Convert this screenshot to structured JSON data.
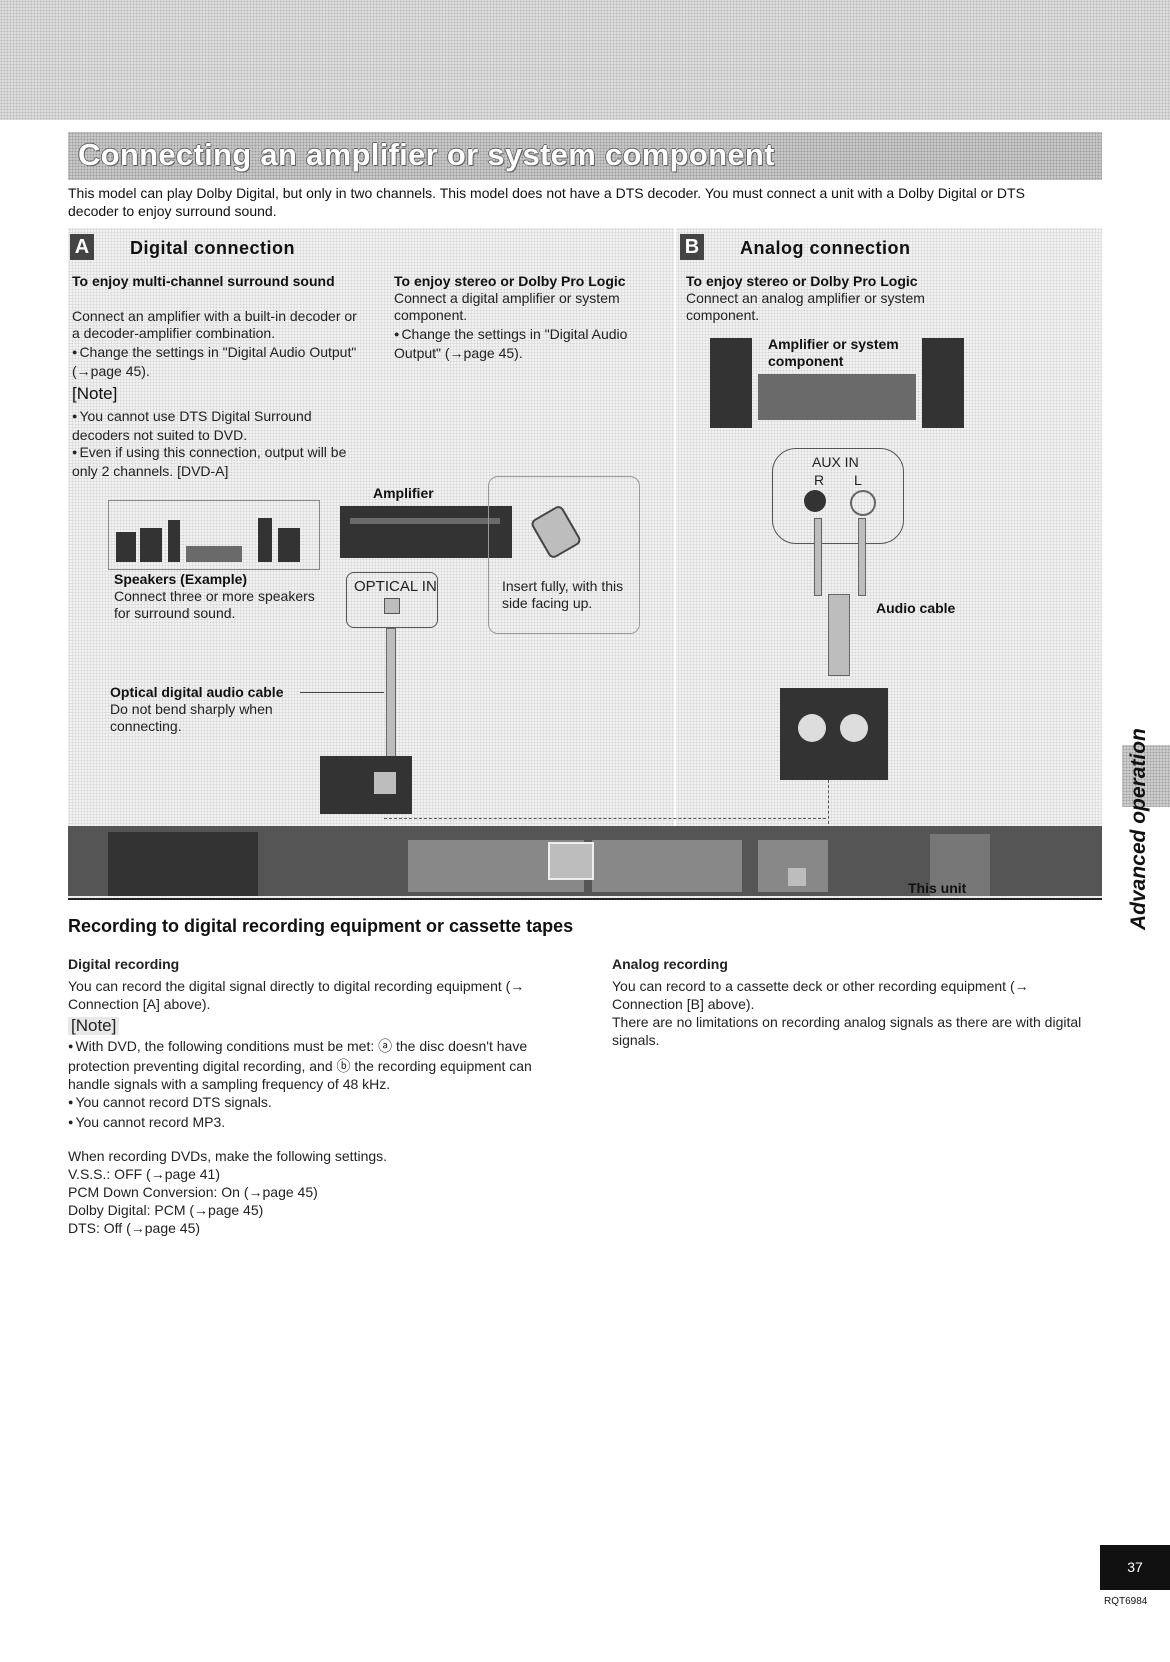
{
  "header": {
    "title": "Connecting an amplifier or system component"
  },
  "intro": "This model can play Dolby Digital, but only in two channels. This model does not have a DTS decoder. You must connect a unit with a Dolby Digital or DTS decoder to enjoy surround sound.",
  "section_a": {
    "badge": "A",
    "title": "Digital connection",
    "col1_heading": "To enjoy multi-channel surround sound",
    "col1_text": "Connect an amplifier with a built-in decoder or a decoder-amplifier combination.",
    "col1_bullet": "Change the settings in \"Digital Audio Output\" (→page 45).",
    "note_heading": "[Note]",
    "note_items": [
      "You cannot use DTS Digital Surround decoders not suited to DVD.",
      "Even if using this connection, output will be only 2 channels. [DVD-A]"
    ],
    "col2_heading": "To enjoy stereo or Dolby Pro Logic",
    "col2_text": "Connect a digital amplifier or system component.",
    "col2_bullet": "Change the settings in \"Digital Audio Output\" (→page 45).",
    "amplifier_label": "Amplifier",
    "speakers_label": "Speakers (Example)",
    "speakers_text": "Connect three or more speakers for surround sound.",
    "optical_in_label": "OPTICAL IN",
    "insert_text": "Insert fully, with this side facing up.",
    "cable_label": "Optical digital audio cable",
    "cable_text": "Do not bend sharply when connecting."
  },
  "section_b": {
    "badge": "B",
    "title": "Analog connection",
    "heading": "To enjoy stereo or Dolby Pro Logic",
    "text": "Connect an analog amplifier or system component.",
    "component_label": "Amplifier or system component",
    "aux_label": "AUX IN",
    "r_label": "R",
    "l_label": "L",
    "audio_cable_label": "Audio cable"
  },
  "this_unit_label": "This unit",
  "recording": {
    "title": "Recording to digital recording equipment or cassette tapes",
    "digital_heading": "Digital recording",
    "digital_text": "You can record the digital signal directly to digital recording equipment (→ Connection [A] above).",
    "note_heading": "[Note]",
    "note_items": [
      "With DVD, the following conditions must be met: ⓐ the disc doesn't have protection preventing digital recording, and ⓑ the recording equipment can handle signals with a sampling frequency of 48 kHz.",
      "You cannot record DTS signals.",
      "You cannot record MP3."
    ],
    "settings_intro": "When recording DVDs, make the following settings.",
    "settings": [
      "V.S.S.: OFF (→page 41)",
      "PCM Down Conversion: On (→page 45)",
      "Dolby Digital: PCM (→page 45)",
      "DTS: Off (→page 45)"
    ],
    "analog_heading": "Analog recording",
    "analog_text1": "You can record to a cassette deck or other recording equipment (→ Connection [B] above).",
    "analog_text2": "There are no limitations on recording analog signals as there are with digital signals."
  },
  "side_tab_text": "Advanced operation",
  "page_number": "37",
  "doc_code": "RQT6984"
}
